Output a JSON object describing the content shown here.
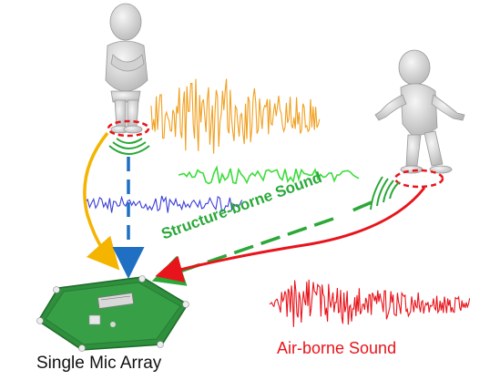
{
  "labels": {
    "single_mic_array": "Single Mic Array",
    "air_borne": "Air-borne Sound",
    "structure_borne": "Structure-borne Sound"
  },
  "colors": {
    "air": "#e8141b",
    "structure": "#2aa838",
    "yellow": "#f4b400",
    "blue": "#1f6fc2",
    "green_wave": "#3ddc3d",
    "orange_wave": "#f0a020",
    "purple_wave": "#3c3fd8",
    "board": "#2e8f3c"
  }
}
